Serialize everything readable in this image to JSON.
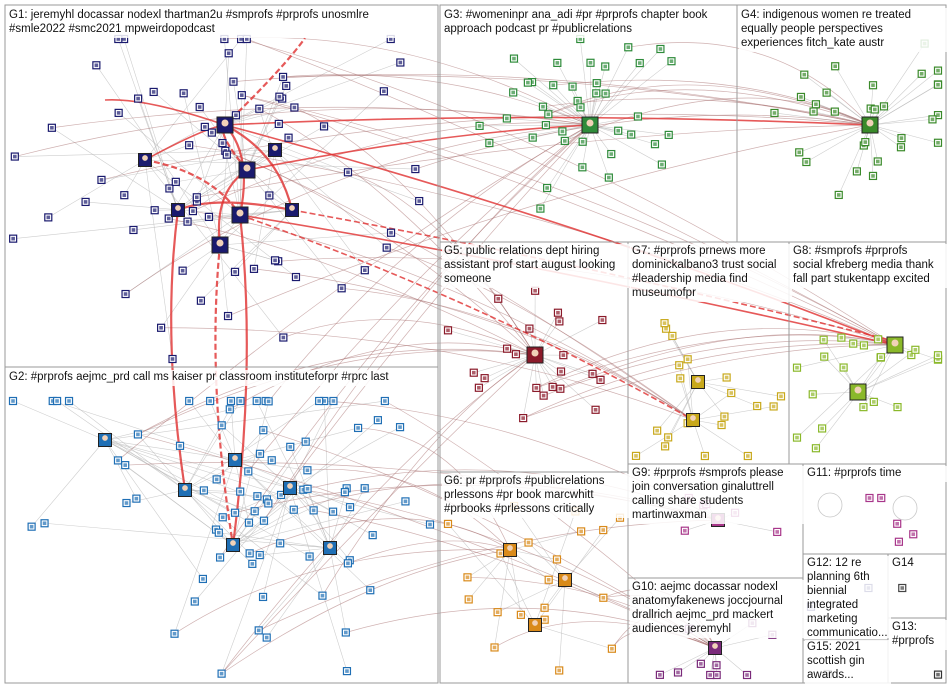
{
  "title": "",
  "groups": [
    {
      "id": "G1",
      "label": "G1: jeremyhl docassar nodexl thartman2u #smprofs #prprofs unosmlre\n#smle2022 #smc2021 mpweirdopodcast"
    },
    {
      "id": "G2",
      "label": "G2: #prprofs aejmc_prd call ms kaiser pr classroom instituteforpr #rprc last"
    },
    {
      "id": "G3",
      "label": "G3: #womeninpr ana_adi #pr #prprofs chapter book\napproach podcast pr #publicrelations"
    },
    {
      "id": "G4",
      "label": "G4: indigenous women re treated\nequally people perspectives\nexperiences fitch_kate austr"
    },
    {
      "id": "G5",
      "label": "G5: public relations dept hiring\nassistant prof start august looking\nsomeone"
    },
    {
      "id": "G6",
      "label": "G6: pr #prprofs #publicrelations\nprlessons #pr book marcwhitt\n#prbooks #prlessons critically"
    },
    {
      "id": "G7",
      "label": "G7: #prprofs prnews more\ndominickalbano3 trust social\n#leadership media find\nmuseumofpr"
    },
    {
      "id": "G8",
      "label": "G8: #smprofs #prprofs\nsocial kfreberg media thank\nfall part stukentapp excited"
    },
    {
      "id": "G9",
      "label": "G9: #prprofs #smprofs please\njoin conversation ginaluttrell\ncalling share students\nmartinwaxman"
    },
    {
      "id": "G10",
      "label": "G10: aejmc docassar nodexl\nanatomyfakenews joccjournal\ndrallrich aejmc_prd mackert\naudiences jeremyhl"
    },
    {
      "id": "G11",
      "label": "G11: #prprofs time"
    },
    {
      "id": "G12",
      "label": "G12: 12 re\nplanning 6th\nbiennial\nintegrated\nmarketing\ncommunicatio..."
    },
    {
      "id": "G13",
      "label": "G13:\n#prprofs"
    },
    {
      "id": "G14",
      "label": "G14"
    },
    {
      "id": "G15",
      "label": "G15: 2021\nscottish gin\nawards..."
    }
  ],
  "colors": {
    "G1": "#1a1a6e",
    "G2": "#1f6fb5",
    "G3": "#2e8b3a",
    "G4": "#3a8a2a",
    "G5": "#8b1a2a",
    "G6": "#d98a1a",
    "G7": "#c8a81a",
    "G8": "#8ab82a",
    "G9": "#a8368a",
    "G10": "#7a2a7a",
    "G11": "#a8368a",
    "G12": "#1a1a6e",
    "G14": "#444444",
    "G15": "#444444",
    "edge_gray": "#b9b9b9",
    "edge_red": "#e03030",
    "border": "#9a9a9a"
  }
}
